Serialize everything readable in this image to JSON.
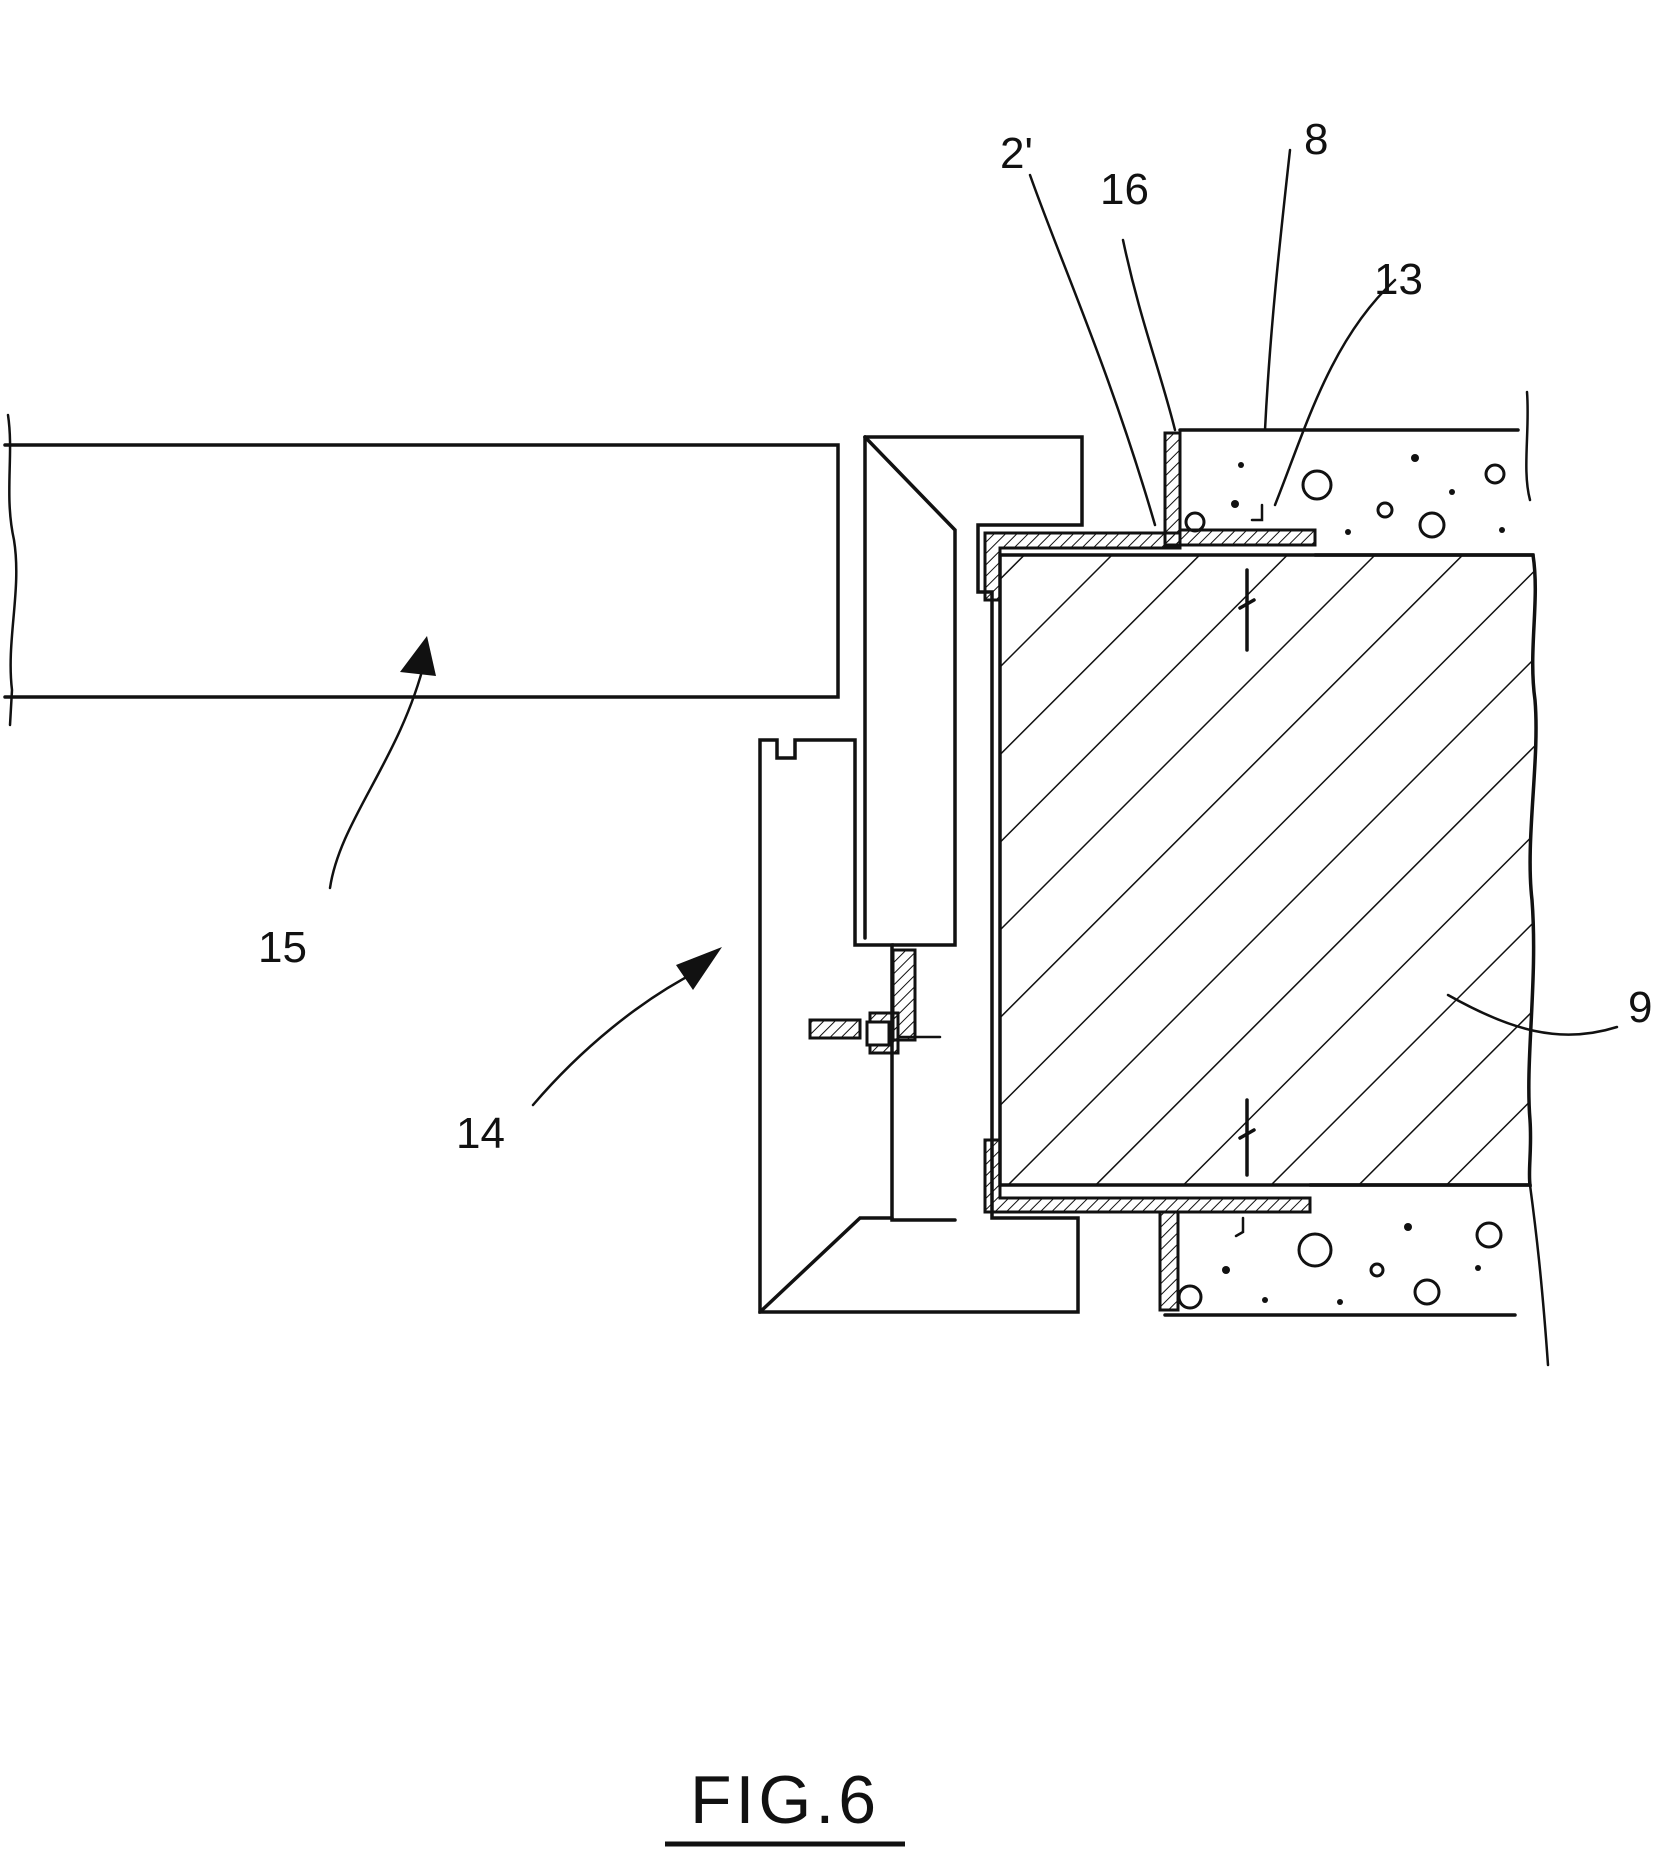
{
  "figure": {
    "caption": "FIG.6",
    "labels": {
      "l2p": "2'",
      "l16": "16",
      "l8": "8",
      "l13": "13",
      "l15": "15",
      "l14": "14",
      "l9": "9"
    }
  }
}
